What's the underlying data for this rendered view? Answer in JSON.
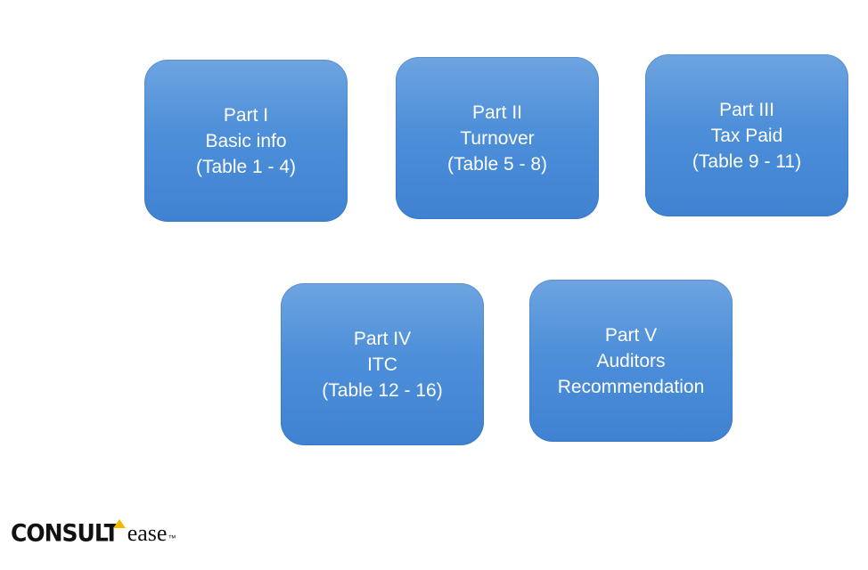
{
  "boxes": [
    {
      "line1": "Part I",
      "line2": "Basic info",
      "line3": "(Table 1 - 4)"
    },
    {
      "line1": "Part II",
      "line2": "Turnover",
      "line3": "(Table 5 - 8)"
    },
    {
      "line1": "Part III",
      "line2": "Tax Paid",
      "line3": "(Table 9 - 11)"
    },
    {
      "line1": "Part IV",
      "line2": "ITC",
      "line3": "(Table 12 - 16)"
    },
    {
      "line1": "Part V",
      "line2": "Auditors",
      "line3": "Recommendation"
    }
  ],
  "logo": {
    "brand_text": "CONSULTease",
    "part1": "CONSULT",
    "part2": "ease",
    "trademark": "™"
  },
  "colors": {
    "box_fill_top": "#6ea4e0",
    "box_fill_bottom": "#3f82d1",
    "box_text": "#ffffff",
    "logo_accent": "#f5b800"
  }
}
